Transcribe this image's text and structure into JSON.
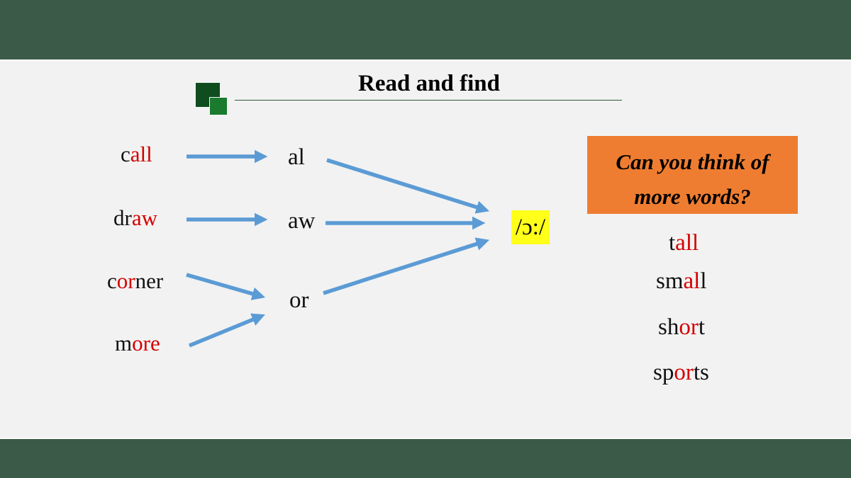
{
  "title": "Read and find",
  "words": [
    {
      "id": "call",
      "pre": "c",
      "hl": "all",
      "post": ""
    },
    {
      "id": "draw",
      "pre": "dr",
      "hl": "aw",
      "post": ""
    },
    {
      "id": "corner",
      "pre": "c",
      "hl": "or",
      "post": "ner"
    },
    {
      "id": "more",
      "pre": "m",
      "hl": "ore",
      "post": ""
    }
  ],
  "spellings": [
    "al",
    "aw",
    "or"
  ],
  "phoneme": "/ɔ:/",
  "prompt": {
    "line1": "Can you think of",
    "line2": "more words?"
  },
  "more_words": [
    {
      "id": "tall",
      "pre": "t",
      "hl": "all",
      "post": ""
    },
    {
      "id": "small",
      "pre": "sm",
      "hl": "al",
      "post": "l"
    },
    {
      "id": "short",
      "pre": "sh",
      "hl": "or",
      "post": "t"
    },
    {
      "id": "sports",
      "pre": "sp",
      "hl": "or",
      "post": "ts"
    }
  ],
  "colors": {
    "band": "#3b5a47",
    "highlight_text": "#d40000",
    "arrow": "#5b9bd5",
    "phoneme_bg": "#ffff1a",
    "prompt_bg": "#ef7d31"
  }
}
